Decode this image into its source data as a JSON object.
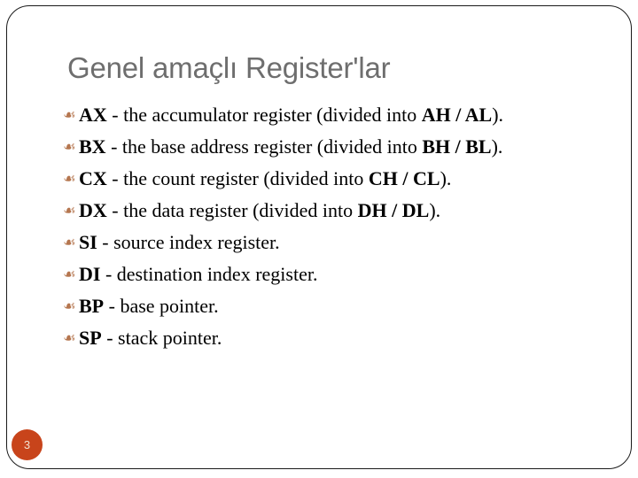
{
  "slide": {
    "title": "Genel amaçlı Register'lar",
    "bullet_glyph": "☙",
    "bullet_color": "#b5764f",
    "title_color": "#6e6e6e",
    "background_color": "#ffffff",
    "border_color": "#1a1a1a",
    "page_number": "3",
    "badge_color": "#c8441b",
    "badge_text_color": "#f2e2d2",
    "bullets": [
      {
        "name": "AX",
        "desc": " - the accumulator register (divided into ",
        "split": "AH / AL",
        "tail": ")."
      },
      {
        "name": "BX",
        "desc": " - the base address register (divided into ",
        "split": "BH / BL",
        "tail": ")."
      },
      {
        "name": "CX",
        "desc": " - the count register (divided into ",
        "split": "CH / CL",
        "tail": ")."
      },
      {
        "name": "DX",
        "desc": " - the data register (divided into ",
        "split": "DH / DL",
        "tail": ")."
      },
      {
        "name": "SI",
        "desc": " - source index register.",
        "split": "",
        "tail": ""
      },
      {
        "name": "DI",
        "desc": " - destination index register.",
        "split": "",
        "tail": ""
      },
      {
        "name": "BP",
        "desc": " - base pointer.",
        "split": "",
        "tail": ""
      },
      {
        "name": "SP",
        "desc": " - stack pointer.",
        "split": "",
        "tail": ""
      }
    ]
  }
}
